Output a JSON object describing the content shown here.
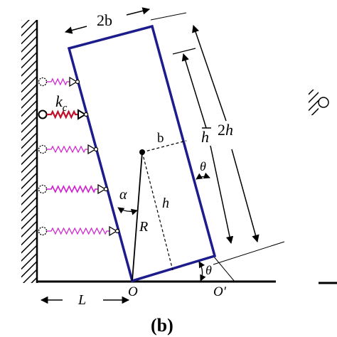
{
  "figure": {
    "caption": "(b)",
    "labels": {
      "width": "2b",
      "spring_constant_base": "k",
      "spring_constant_sub": "c",
      "half_width": "b",
      "height_to_centroid": "h",
      "centroid_height_bar": "h",
      "full_height": "2h",
      "alpha": "α",
      "radius": "R",
      "theta_upper": "θ",
      "theta_lower": "θ",
      "distance": "L",
      "pivot_origin": "O",
      "pivot_prime": "O′"
    }
  },
  "colors": {
    "block": "#1c1c8c",
    "spring_pink": "#d01fd0",
    "spring_red": "#c0102a",
    "ink": "#000000"
  }
}
